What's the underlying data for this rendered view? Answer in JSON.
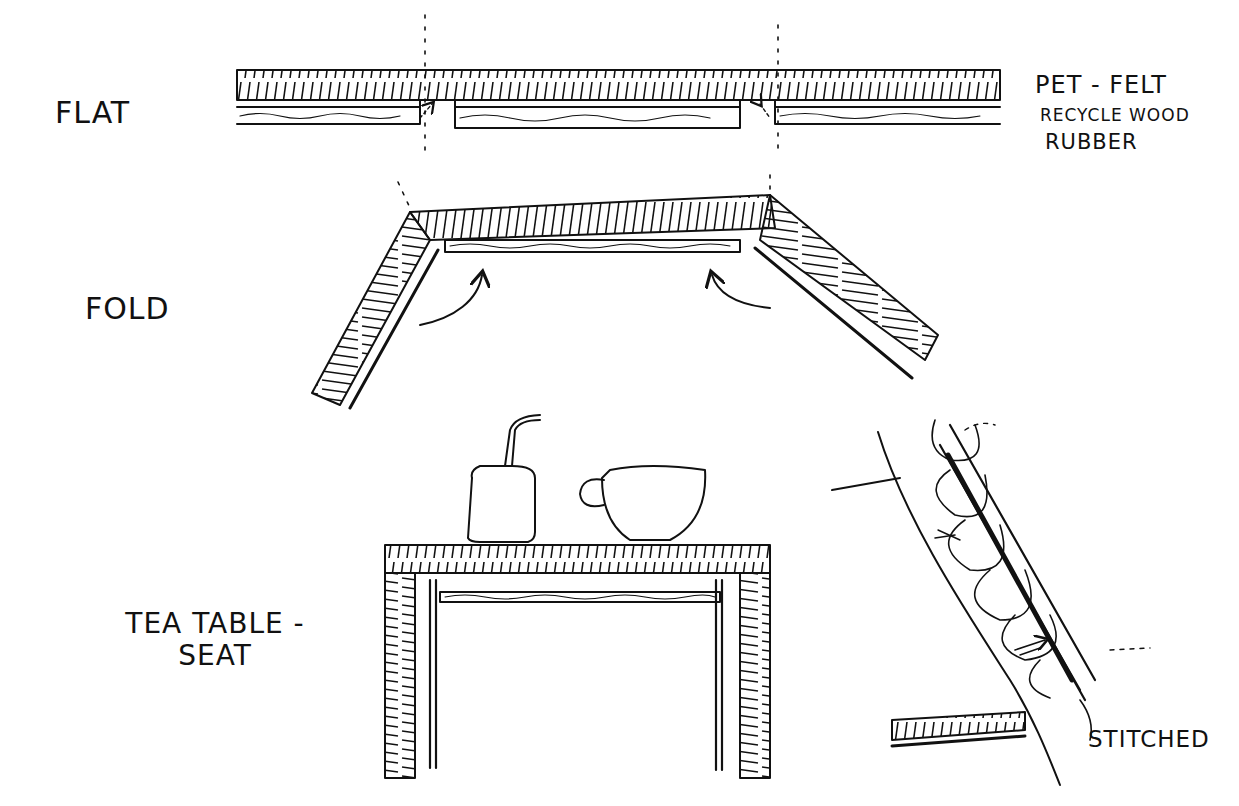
{
  "diagram": {
    "labels": [
      "FLAT",
      "PET - FELT",
      "RECYCLE WOOD",
      "RUBBER",
      "FOLD",
      "TEA TABLE - SEAT",
      "STITCHED"
    ]
  }
}
